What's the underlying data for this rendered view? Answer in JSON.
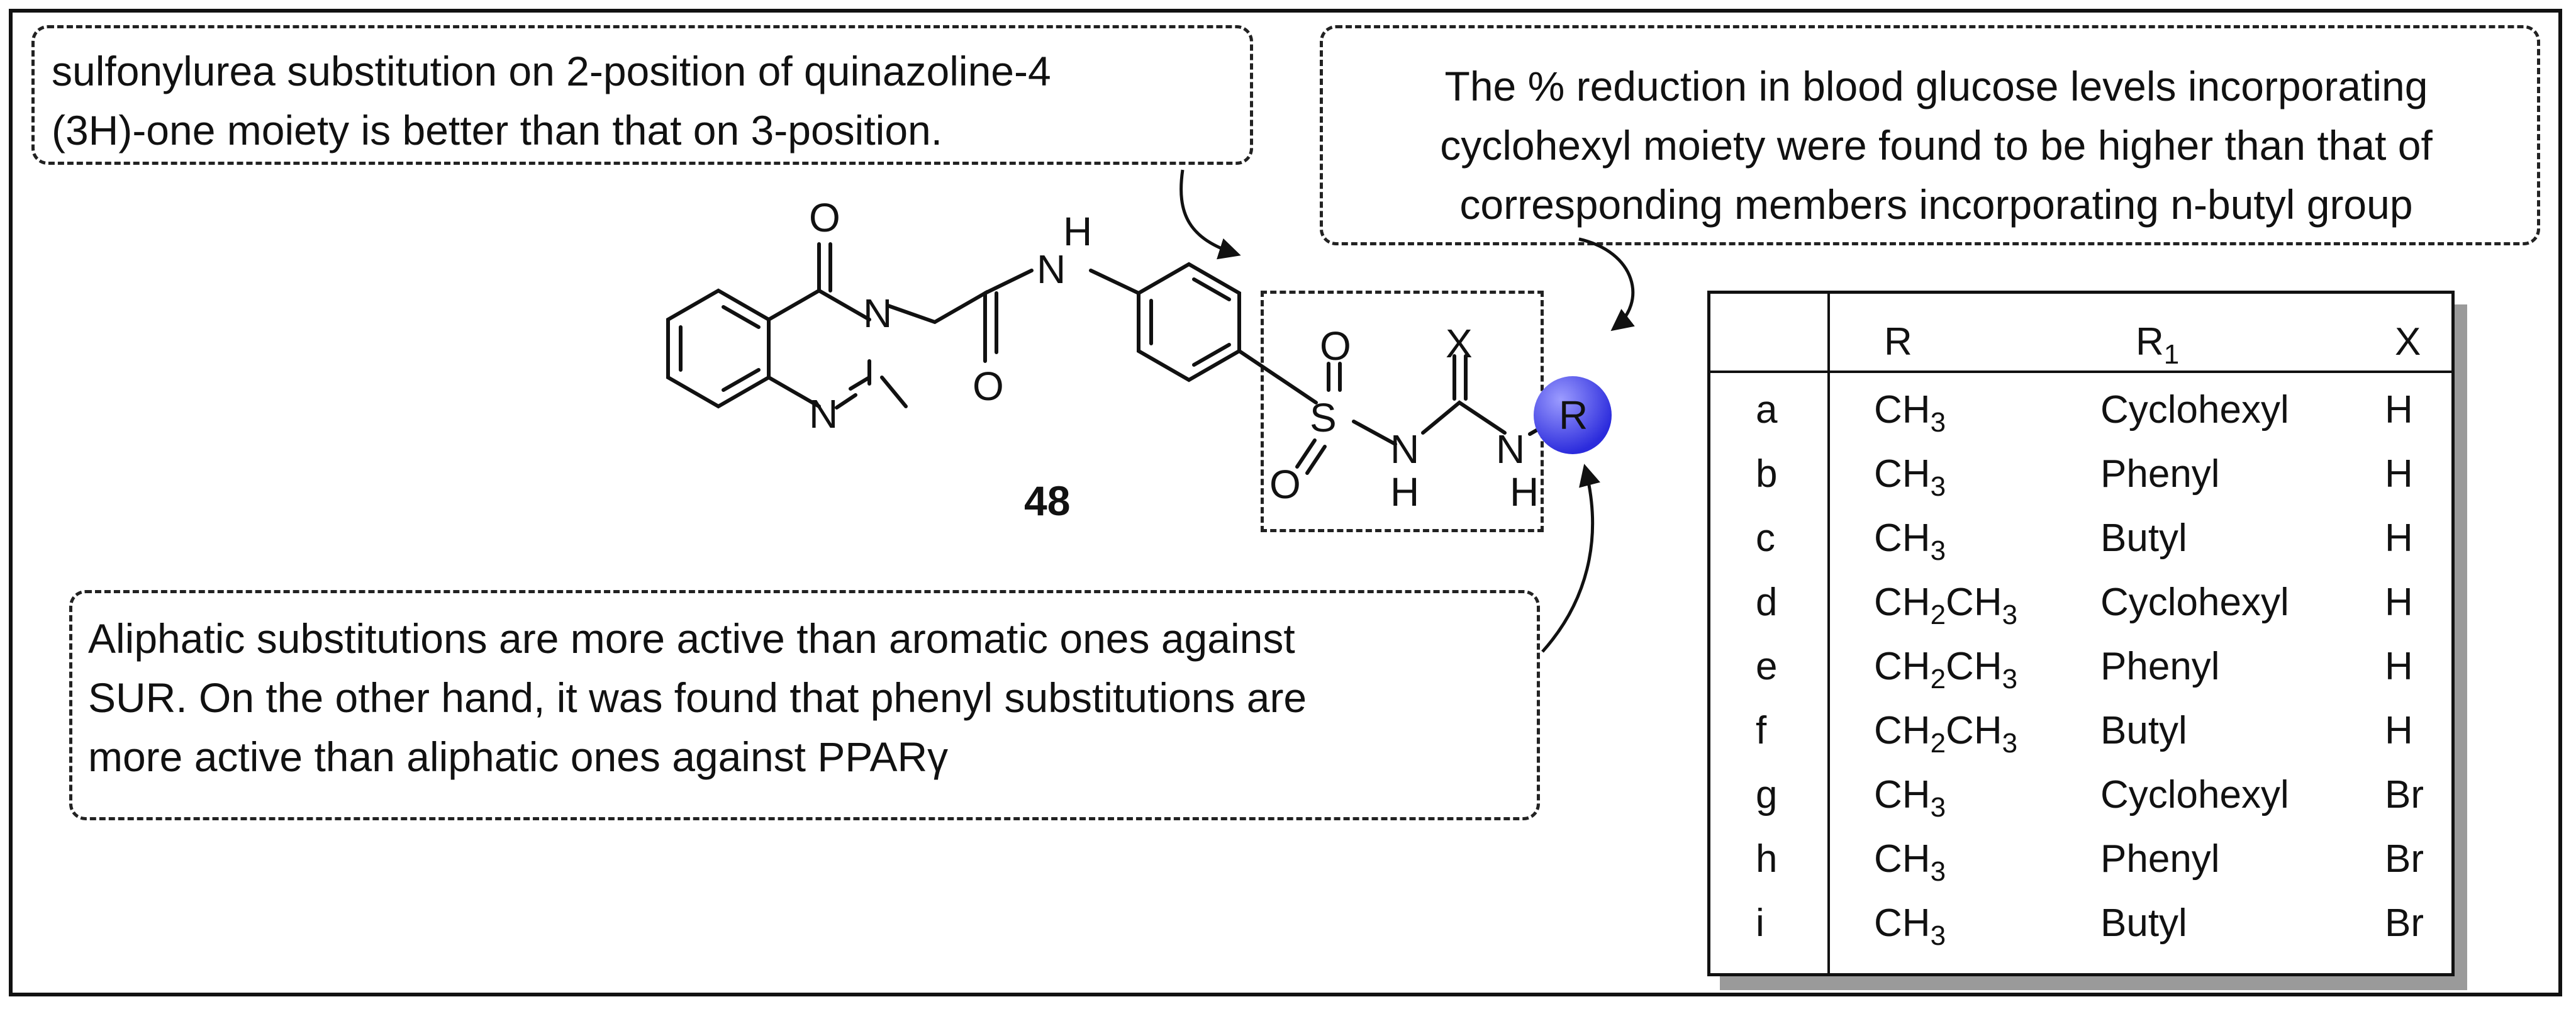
{
  "notes": {
    "top_left": [
      "sulfonylurea substitution on 2-position of quinazoline-4",
      "(3H)-one moiety is better than that on 3-position."
    ],
    "top_right": [
      "The % reduction in blood glucose levels incorporating",
      "cyclohexyl moiety were found to be higher than that of",
      "corresponding members  incorporating n-butyl group"
    ],
    "bottom": [
      "Aliphatic substitutions are more active than aromatic ones against",
      "SUR. On the other hand, it was found that phenyl substitutions are",
      "more active than aliphatic ones against PPARγ"
    ]
  },
  "structure": {
    "compound_label": "48",
    "atoms": {
      "O_top": "O",
      "N_ring": "N",
      "N_ring_bottom": "N",
      "N_amide": "N",
      "H_amide": "H",
      "O_amide": "O",
      "O_sulfonyl_top": "O",
      "S": "S",
      "O_sulfonyl_bottom": "O",
      "N1": "N",
      "H1": "H",
      "X": "X",
      "N2": "N",
      "H2": "H",
      "R": "R"
    },
    "colors": {
      "r_sphere": "#2b2bdc",
      "r_sphere_highlight": "#9c9cff"
    }
  },
  "table": {
    "headers": {
      "col0": "",
      "R": "R",
      "R1_main": "R",
      "R1_sub": "1",
      "X": "X"
    },
    "rows": [
      {
        "id": "a",
        "R_main": "CH",
        "R_sub": "3",
        "R_tail": "",
        "R_sub2": "",
        "R1": "Cyclohexyl",
        "X": "H"
      },
      {
        "id": "b",
        "R_main": "CH",
        "R_sub": "3",
        "R_tail": "",
        "R_sub2": "",
        "R1": "Phenyl",
        "X": "H"
      },
      {
        "id": "c",
        "R_main": "CH",
        "R_sub": "3",
        "R_tail": "",
        "R_sub2": "",
        "R1": "Butyl",
        "X": "H"
      },
      {
        "id": "d",
        "R_main": "CH",
        "R_sub": "2",
        "R_tail": "CH",
        "R_sub2": "3",
        "R1": "Cyclohexyl",
        "X": "H"
      },
      {
        "id": "e",
        "R_main": "CH",
        "R_sub": "2",
        "R_tail": "CH",
        "R_sub2": "3",
        "R1": "Phenyl",
        "X": "H"
      },
      {
        "id": "f",
        "R_main": "CH",
        "R_sub": "2",
        "R_tail": "CH",
        "R_sub2": "3",
        "R1": "Butyl",
        "X": "H"
      },
      {
        "id": "g",
        "R_main": "CH",
        "R_sub": "3",
        "R_tail": "",
        "R_sub2": "",
        "R1": "Cyclohexyl",
        "X": "Br"
      },
      {
        "id": "h",
        "R_main": "CH",
        "R_sub": "3",
        "R_tail": "",
        "R_sub2": "",
        "R1": "Phenyl",
        "X": "Br"
      },
      {
        "id": "i",
        "R_main": "CH",
        "R_sub": "3",
        "R_tail": "",
        "R_sub2": "",
        "R1": "Butyl",
        "X": "Br"
      }
    ]
  }
}
